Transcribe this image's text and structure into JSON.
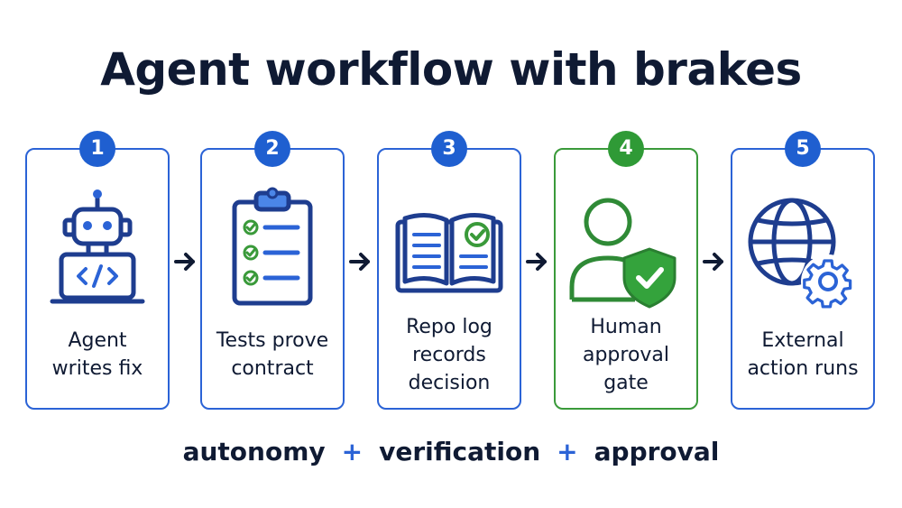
{
  "title": "Agent workflow with brakes",
  "steps": [
    {
      "number": "1",
      "line1": "Agent",
      "line2": "writes fix",
      "line3": "",
      "icon": "robot-laptop-icon"
    },
    {
      "number": "2",
      "line1": "Tests prove",
      "line2": "contract",
      "line3": "",
      "icon": "clipboard-checklist-icon"
    },
    {
      "number": "3",
      "line1": "Repo log",
      "line2": "records",
      "line3": "decision",
      "icon": "open-book-icon"
    },
    {
      "number": "4",
      "line1": "Human",
      "line2": "approval",
      "line3": "gate",
      "icon": "person-shield-icon"
    },
    {
      "number": "5",
      "line1": "External",
      "line2": "action runs",
      "line3": "",
      "icon": "globe-gear-icon"
    }
  ],
  "footer": {
    "term1": "autonomy",
    "sep1": "+",
    "term2": "verification",
    "sep2": "+",
    "term3": "approval"
  },
  "colors": {
    "blue": "#2b63d6",
    "green": "#3a9a3a",
    "navy": "#0f1a33"
  }
}
